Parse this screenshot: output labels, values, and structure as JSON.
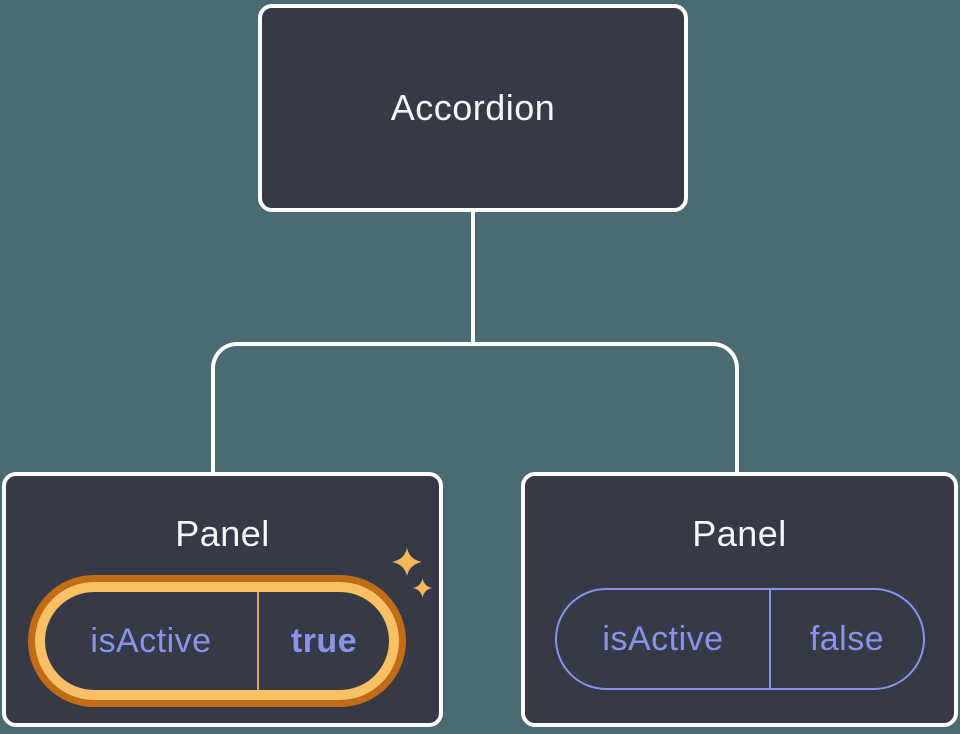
{
  "diagram": {
    "description": "React component tree diagram showing state in an Accordion with two Panel children",
    "root": {
      "label": "Accordion"
    },
    "children": [
      {
        "label": "Panel",
        "state": {
          "key": "isActive",
          "value": "true"
        },
        "highlighted": true,
        "badge_icon": "sparkle"
      },
      {
        "label": "Panel",
        "state": {
          "key": "isActive",
          "value": "false"
        },
        "highlighted": false
      }
    ]
  },
  "colors": {
    "background": "#4C6A72",
    "box_fill": "#353A46",
    "box_border": "#FFFFFF",
    "connector": "#FFFFFF",
    "text_primary": "#F5F6F8",
    "state_purple": "#8A92E9",
    "highlight_gold": "#FAC064",
    "highlight_dark_orange": "#C26D15",
    "highlight_divider": "#DCA75C",
    "sparkle_gold": "#F6B65C"
  }
}
